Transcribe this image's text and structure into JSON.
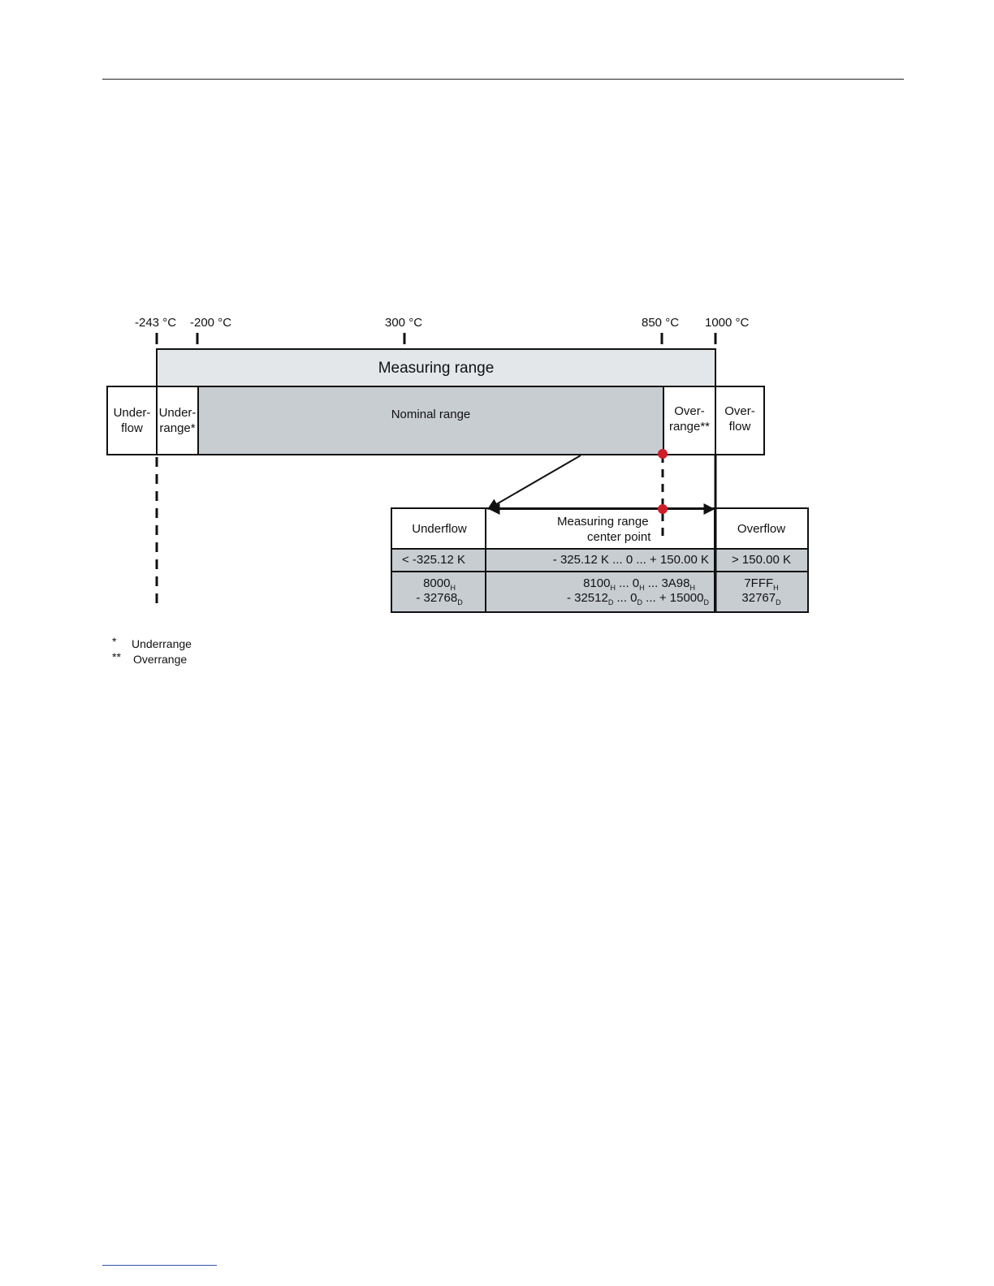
{
  "axis_labels": {
    "t1": "-243 °C",
    "t2": "-200 °C",
    "t3": "300 °C",
    "t4": "850 °C",
    "t5": "1000 °C"
  },
  "bars": {
    "measuring_range": "Measuring range",
    "underflow": [
      "Under-",
      "flow"
    ],
    "underrange": [
      "Under-",
      "range*"
    ],
    "nominal_range": "Nominal range",
    "overrange": [
      "Over-",
      "range**"
    ],
    "overflow": [
      "Over-",
      "flow"
    ]
  },
  "table": {
    "header": {
      "underflow": "Underflow",
      "center": [
        "Measuring range",
        "center point"
      ],
      "overflow": "Overflow"
    },
    "row1": {
      "underflow": "< -325.12 K",
      "center": "- 325.12 K ... 0 ... + 150.00 K",
      "overflow": "> 150.00 K"
    },
    "row2": {
      "underflow_hex": "8000",
      "underflow_hex_sub": "H",
      "underflow_dec": "- 32768",
      "underflow_dec_sub": "D",
      "center_hex": [
        "8100",
        "H",
        " ... 0",
        "H",
        " ... 3A98",
        "H"
      ],
      "center_dec": [
        "- 32512",
        "D",
        " ... 0",
        "D",
        " ... + 15000",
        "D"
      ],
      "overflow_hex": "7FFF",
      "overflow_hex_sub": "H",
      "overflow_dec": "32767",
      "overflow_dec_sub": "D"
    }
  },
  "footnotes": [
    {
      "mark": "*",
      "text": "Underrange"
    },
    {
      "mark": "**",
      "text": "Overrange"
    }
  ],
  "colors": {
    "marker": "#d01c2a",
    "nominal": "#c8cdd2",
    "measuring": "#e4e7ea"
  }
}
